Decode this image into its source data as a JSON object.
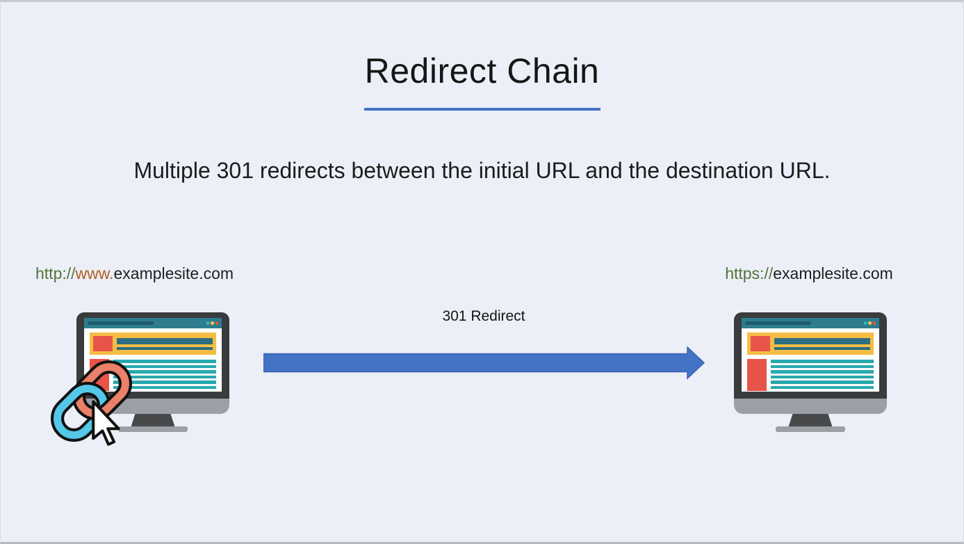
{
  "slide": {
    "title": "Redirect Chain",
    "subtitle": "Multiple 301 redirects between the initial URL and the destination URL.",
    "arrow_label": "301 Redirect"
  },
  "source": {
    "scheme": "http://",
    "www": "www.",
    "host": "examplesite.com"
  },
  "destination": {
    "scheme": "https://",
    "host": "examplesite.com"
  },
  "icons": {
    "source_monitor": "computer-monitor-webpage-icon",
    "destination_monitor": "computer-monitor-webpage-icon",
    "chain": "chain-link-icon",
    "cursor": "mouse-cursor-arrow-icon",
    "arrow": "right-arrow-icon"
  },
  "colors": {
    "background": "#ECEFF8",
    "accent_blue": "#4472C4",
    "text_dark": "#1A1A1A",
    "url_scheme_green": "#547436",
    "url_www_orange": "#B05E20",
    "monitor_frame": "#3A3B3D",
    "monitor_stand_gray": "#9BA0A6",
    "browser_bar_teal": "#2E7D8E",
    "webpage_yellow": "#F6BD44",
    "webpage_red": "#E8544A",
    "webpage_teal_lines": "#28A8AE",
    "chain_orange": "#EA8168",
    "chain_blue": "#55C7E8"
  }
}
